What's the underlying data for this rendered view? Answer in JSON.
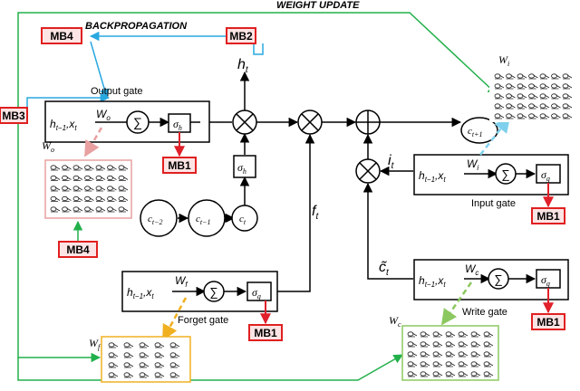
{
  "header": {
    "weight_update": "WEIGHT UPDATE",
    "backpropagation": "BACKPROPAGATION"
  },
  "labels": {
    "output_gate": "Output gate",
    "input_gate": "Input gate",
    "forget_gate": "Forget gate",
    "write_gate": "Write gate"
  },
  "badges": {
    "mb1": "MB1",
    "mb2": "MB2",
    "mb3": "MB3",
    "mb4": "MB4"
  },
  "math": {
    "h_prev": "h",
    "h_prev_sub": "t−1",
    "x": "x",
    "x_sub": "t",
    "h_t": "h",
    "t_sub": "t",
    "f_t": "f",
    "i_t": "i",
    "c_tilde": "c̃",
    "c": "c",
    "c_next_sub": "t+1",
    "c_prev_sub": "t−1",
    "c_prev2_sub": "t−2",
    "W": "W",
    "w_o_sub": "o",
    "w_i_sub": "i",
    "w_f_sub": "f",
    "w_c_sub": "c",
    "sigma": "σ",
    "sigma_h_sub": "h",
    "sigma_g_sub": "g",
    "sum": "∑",
    "times": "×",
    "plus": "+"
  },
  "colors": {
    "cyan": "#29a8e0",
    "green": "#22b04b",
    "red": "#e0202a",
    "pink": "#e8a0a0",
    "orange": "#f0b020",
    "lightgreen": "#8cc860",
    "badge_border": "#e02020",
    "badge_fill": "#fde4e4"
  }
}
